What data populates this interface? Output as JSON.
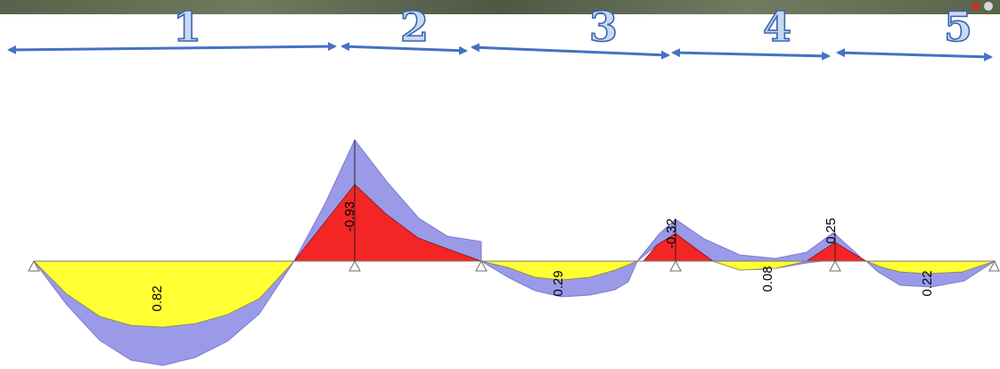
{
  "span_labels": [
    "1",
    "2",
    "3",
    "4",
    "5"
  ],
  "value_labels": [
    "0.82",
    "-0.93",
    "0.29",
    "-0.32",
    "0.08",
    "0.25",
    "0.22"
  ],
  "colors": {
    "positive_fill": "#ffff33",
    "negative_fill": "#f42525",
    "envelope_fill": "#9a9ae8",
    "arrow": "#4472c4",
    "baseline": "#7a7a7a"
  }
}
